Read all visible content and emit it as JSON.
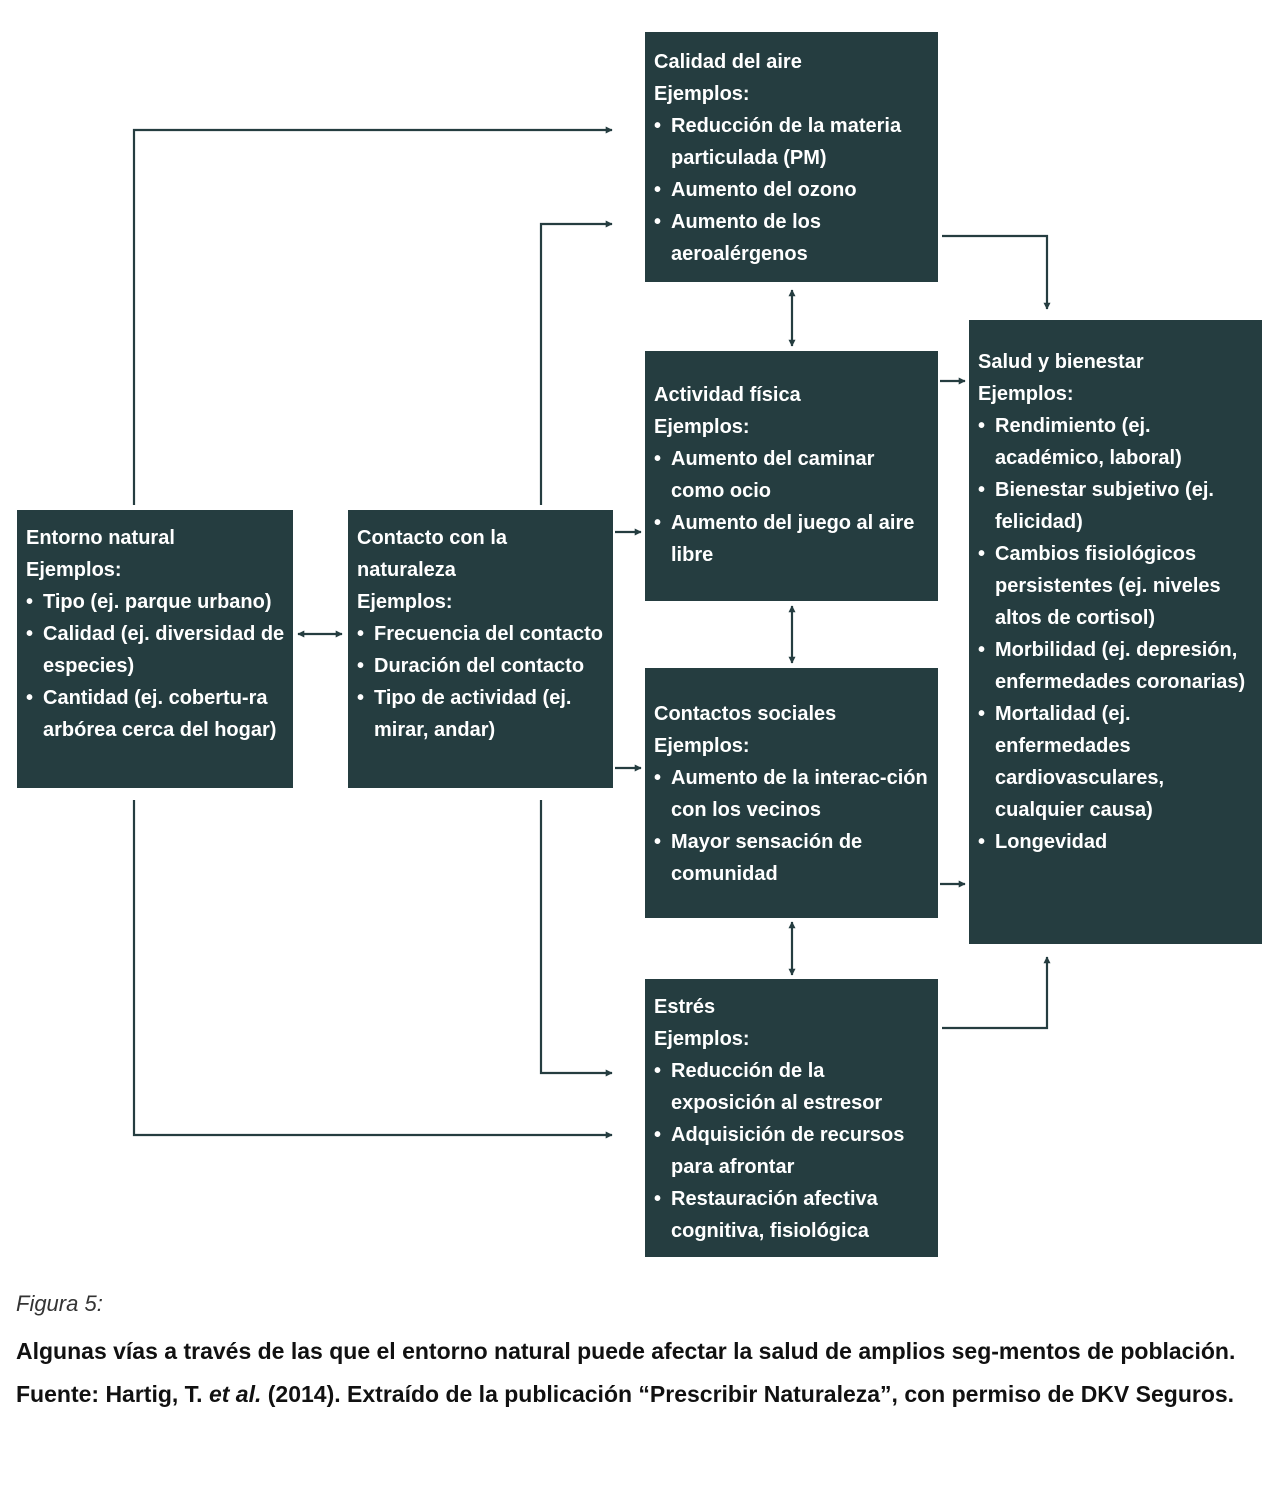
{
  "colors": {
    "box": "#253d40",
    "box_text": "#ffffff",
    "arrow": "#253d40"
  },
  "boxes": {
    "aire": {
      "title": "Calidad del aire",
      "sub": "Ejemplos:",
      "items": [
        "Reducción de la materia particulada (PM)",
        "Aumento del ozono",
        "Aumento de los aeroalérgenos"
      ]
    },
    "actividad": {
      "title": "Actividad física",
      "sub": "Ejemplos:",
      "items": [
        "Aumento del caminar como ocio",
        "Aumento del juego al aire libre"
      ]
    },
    "sociales": {
      "title": "Contactos sociales",
      "sub": "Ejemplos:",
      "items": [
        "Aumento de la interac-ción con los vecinos",
        "Mayor sensación de comunidad"
      ]
    },
    "estres": {
      "title": "Estrés",
      "sub": "Ejemplos:",
      "items": [
        "Reducción de la exposición al estresor",
        "Adquisición de recursos para afrontar",
        "Restauración afectiva cognitiva, fisiológica"
      ]
    },
    "entorno": {
      "title": "Entorno natural",
      "sub": "Ejemplos:",
      "items": [
        "Tipo (ej. parque urbano)",
        "Calidad (ej. diversidad de especies)",
        "Cantidad (ej. cobertu-ra arbórea cerca del hogar)"
      ]
    },
    "contacto": {
      "title": "Contacto con la naturaleza",
      "sub": "Ejemplos:",
      "items": [
        "Frecuencia del contacto",
        "Duración del contacto",
        "Tipo de actividad (ej. mirar, andar)"
      ]
    },
    "salud": {
      "title": "Salud y bienestar",
      "sub": "Ejemplos:",
      "items": [
        "Rendimiento (ej. académico, laboral)",
        "Bienestar subjetivo (ej. felicidad)",
        "Cambios fisiológicos persistentes (ej. niveles altos de cortisol)",
        "Morbilidad (ej. depresión, enfermedades coronarias)",
        "Mortalidad (ej. enfermedades cardiovasculares, cualquier causa)",
        "Longevidad"
      ]
    }
  },
  "caption": {
    "label": "Figura 5:",
    "text_before": "Algunas vías a través de las que el entorno natural puede afectar la salud de amplios seg-mentos de población. Fuente: Hartig, T.",
    "text_italic": "et al.",
    "text_after": "(2014). Extraído de la publicación “Prescribir Naturaleza”, con permiso de DKV Seguros."
  }
}
